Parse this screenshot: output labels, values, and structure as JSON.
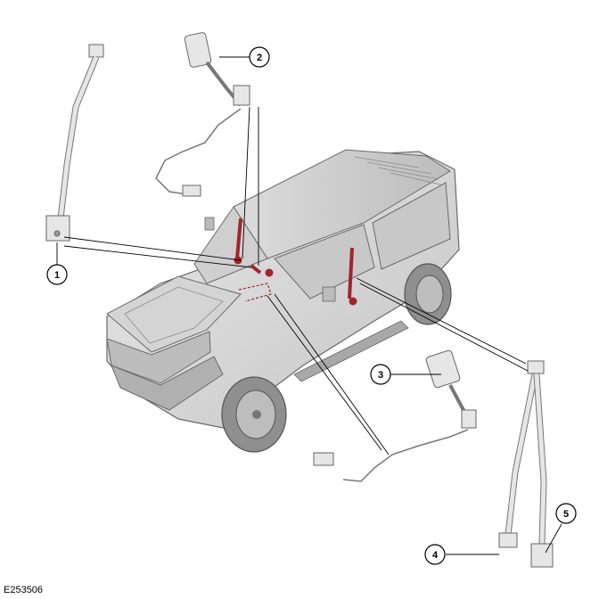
{
  "figure_id": "E253506",
  "callouts": [
    {
      "label": "1"
    },
    {
      "label": "2"
    },
    {
      "label": "3"
    },
    {
      "label": "4"
    },
    {
      "label": "5"
    }
  ],
  "colors": {
    "highlight": "#a0262b",
    "body_fill": "#d9d9d9",
    "body_stroke": "#6a6a6a",
    "part_fill": "#e6e6e6",
    "line": "#000000"
  }
}
